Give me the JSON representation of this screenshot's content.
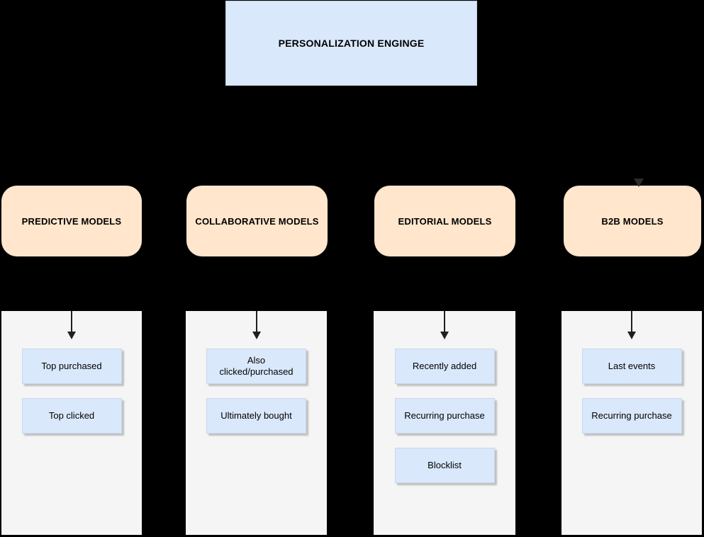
{
  "diagram": {
    "title": "PERSONALIZATION ENGINGE",
    "columns": [
      {
        "header": "PREDICTIVE MODELS",
        "items": [
          "Top purchased",
          "Top clicked"
        ]
      },
      {
        "header": "COLLABORATIVE MODELS",
        "items": [
          "Also clicked/purchased",
          "Ultimately bought"
        ]
      },
      {
        "header": "EDITORIAL MODELS",
        "items": [
          "Recently added",
          "Recurring purchase",
          "Blocklist"
        ]
      },
      {
        "header": "B2B MODELS",
        "items": [
          "Last events",
          "Recurring purchase"
        ]
      }
    ],
    "colors": {
      "background": "#000000",
      "engine_fill": "#dae8fc",
      "engine_border": "#c2cdde",
      "header_fill": "#ffe6cc",
      "panel_fill": "#f5f5f5",
      "item_fill": "#dae8fc",
      "item_border": "#c7d7ec",
      "arrow": "#1f1f1f",
      "arrow_remnant": "#2b2b2b",
      "text": "#000000"
    }
  }
}
